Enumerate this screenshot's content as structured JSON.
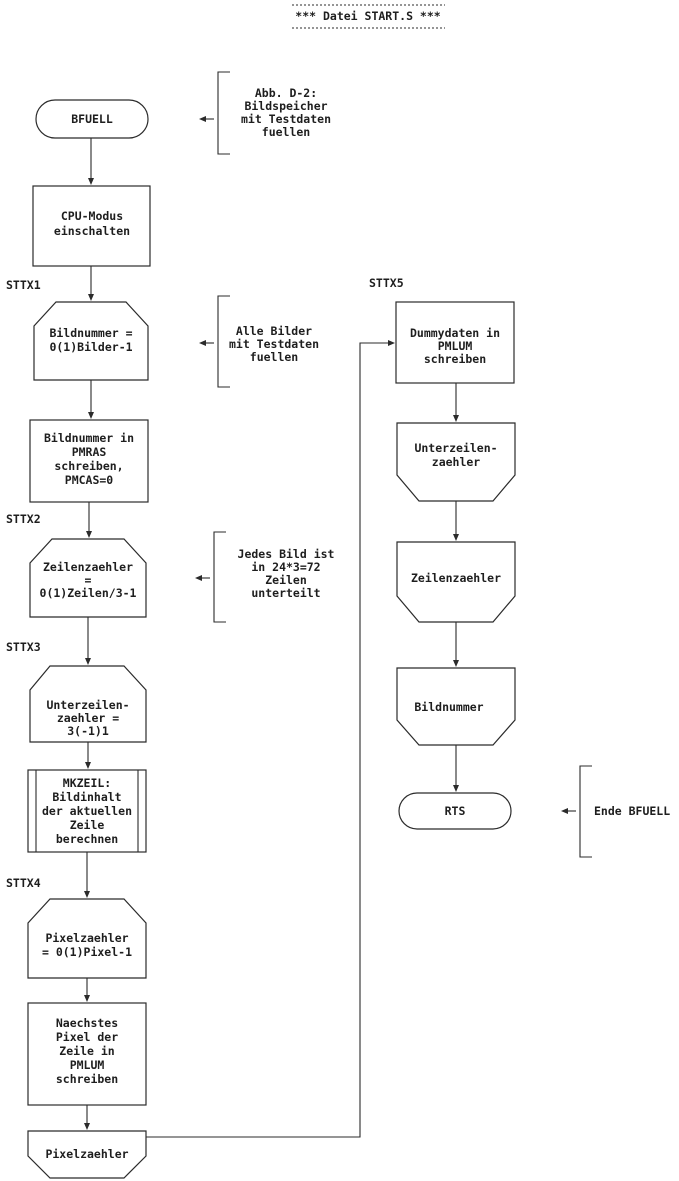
{
  "title": "*** Datei START.S ***",
  "labels": {
    "sttx1": "STTX1",
    "sttx2": "STTX2",
    "sttx3": "STTX3",
    "sttx4": "STTX4",
    "sttx5": "STTX5"
  },
  "nodes": {
    "bfuell": [
      "BFUELL"
    ],
    "cpu_modus": [
      "CPU-Modus",
      "einschalten"
    ],
    "bildnummer_loop": [
      "Bildnummer =",
      "0(1)Bilder-1"
    ],
    "bildnummer_pmras": [
      "Bildnummer in",
      "PMRAS",
      "schreiben,",
      "PMCAS=0"
    ],
    "zeilenzaehler_loop": [
      "Zeilenzaehler",
      "=",
      "0(1)Zeilen/3-1"
    ],
    "unterzeilen_loop": [
      "Unterzeilen-",
      "zaehler =",
      "3(-1)1"
    ],
    "mkzeil": [
      "MKZEIL:",
      "Bildinhalt",
      "der aktuellen",
      "Zeile",
      "berechnen"
    ],
    "pixelzaehler_loop": [
      "Pixelzaehler",
      "= 0(1)Pixel-1"
    ],
    "naechstes_pixel": [
      "Naechstes",
      "Pixel der",
      "Zeile in",
      "PMLUM",
      "schreiben"
    ],
    "pixelzaehler_end": [
      "Pixelzaehler"
    ],
    "dummydaten": [
      "Dummydaten in",
      "PMLUM",
      "schreiben"
    ],
    "unterzeilen_end": [
      "Unterzeilen-",
      "zaehler"
    ],
    "zeilenzaehler_end": [
      "Zeilenzaehler"
    ],
    "bildnummer_end": [
      "Bildnummer"
    ],
    "rts": [
      "RTS"
    ]
  },
  "comments": {
    "abb": [
      "Abb. D-2:",
      "Bildspeicher",
      "mit Testdaten",
      "fuellen"
    ],
    "alle_bilder": [
      "Alle Bilder",
      "mit Testdaten",
      "fuellen"
    ],
    "jedes_bild": [
      "Jedes Bild ist",
      "in 24*3=72",
      "Zeilen",
      "unterteilt"
    ],
    "ende": [
      "Ende BFUELL"
    ]
  }
}
